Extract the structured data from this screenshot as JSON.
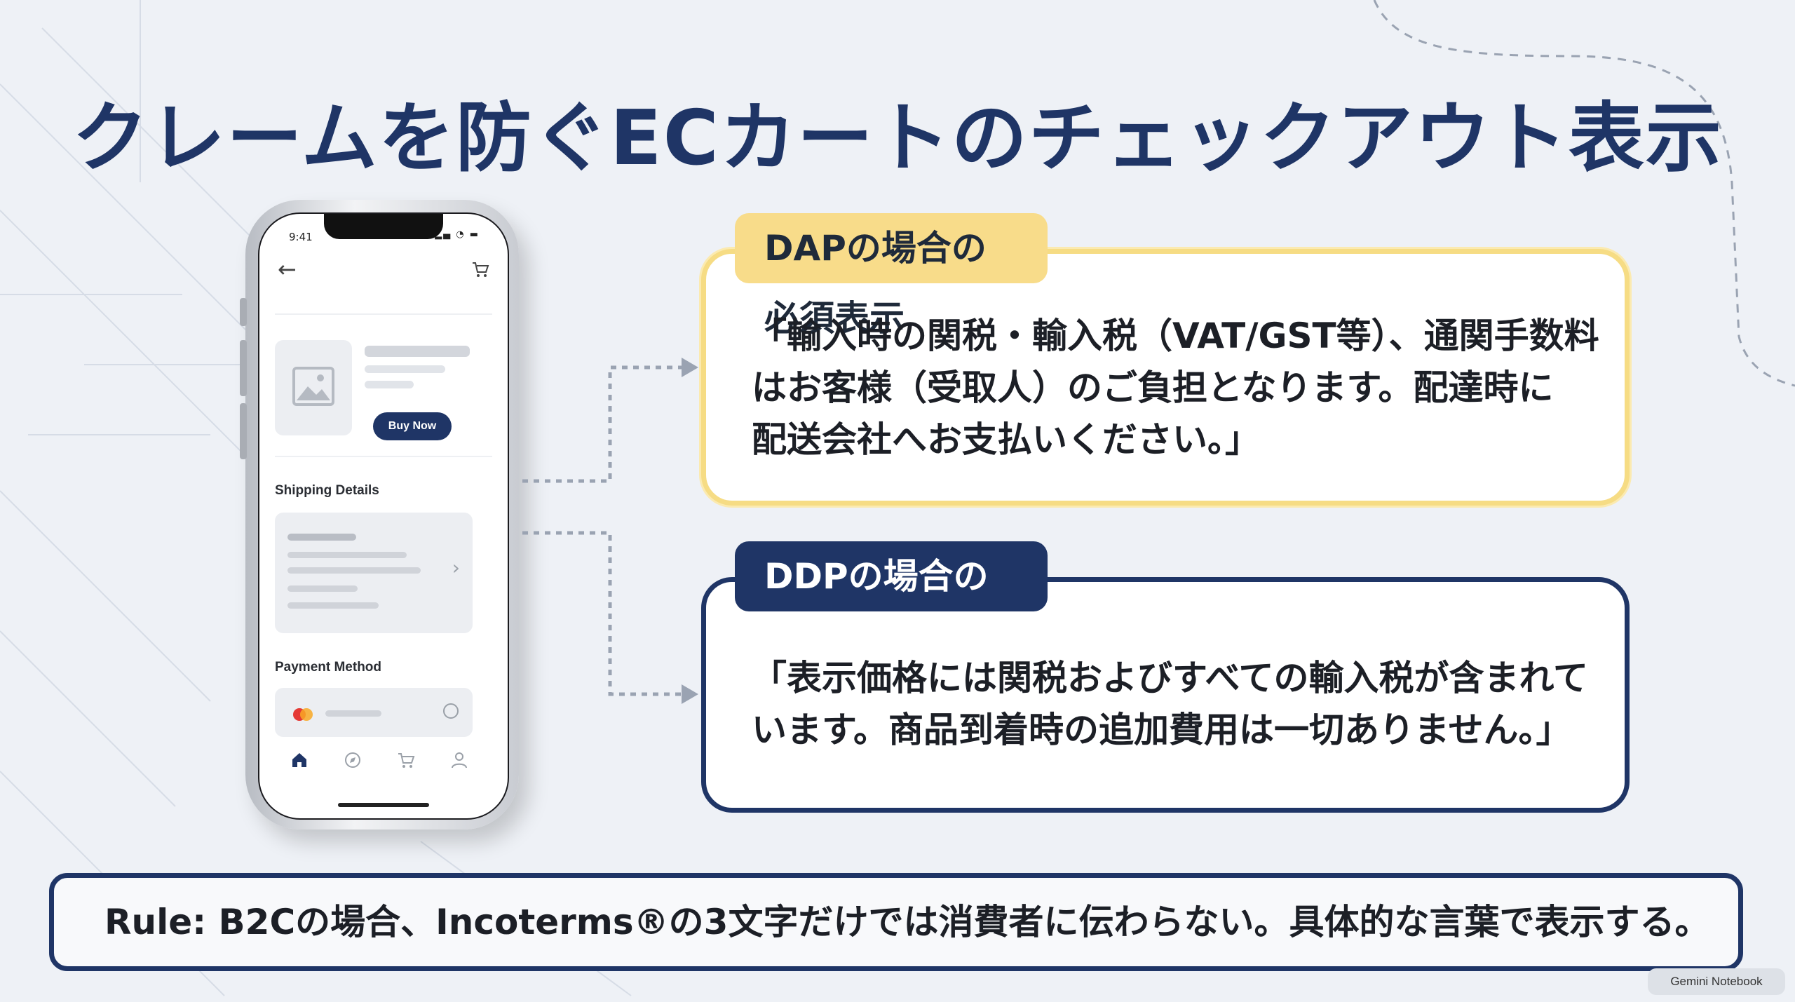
{
  "title": "クレームを防ぐECカートのチェックアウト表示",
  "phone": {
    "time": "9:41",
    "status_icons": "signal-wifi-battery",
    "back_icon": "arrow-left-icon",
    "cart_icon": "cart-icon",
    "buy_button": "Buy Now",
    "shipping_label": "Shipping Details",
    "payment_label": "Payment Method",
    "tabs": [
      "home-icon",
      "compass-icon",
      "cart-icon",
      "user-icon"
    ]
  },
  "dap": {
    "tag": "DAPの場合の必須表示",
    "lines": [
      "「輸入時の関税・輸入税（VAT/GST等）、通関手数料",
      "はお客様（受取人）のご負担となります。配達時に",
      "配送会社へお支払いください。」"
    ]
  },
  "ddp": {
    "tag": "DDPの場合の必須表示",
    "lines": [
      "「表示価格には関税およびすべての輸入税が含まれて",
      "います。商品到着時の追加費用は一切ありません。」"
    ]
  },
  "rule": "Rule: B2Cの場合、Incoterms®の3文字だけでは消費者に伝わらない。具体的な言葉で表示する。",
  "watermark": "Gemini Notebook",
  "colors": {
    "navy": "#1f3566",
    "yellow": "#f8dc8a",
    "background": "#eef1f6"
  }
}
